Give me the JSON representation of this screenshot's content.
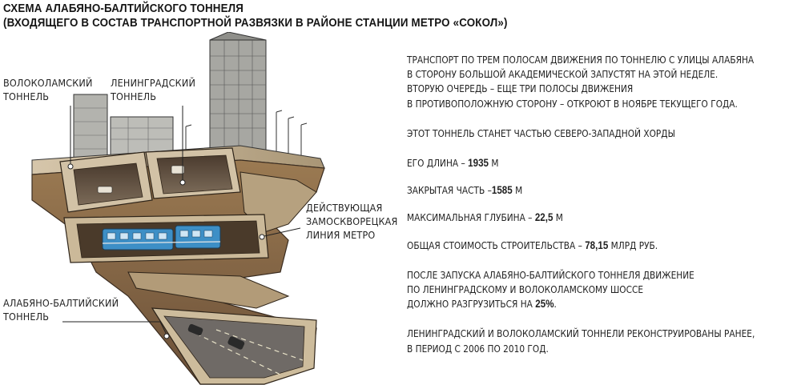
{
  "title": {
    "line1": "СХЕМА АЛАБЯНО-БАЛТИЙСКОГО ТОННЕЛЯ",
    "line2": "(ВХОДЯЩЕГО В СОСТАВ ТРАНСПОРТНОЙ РАЗВЯЗКИ В РАЙОНЕ СТАНЦИИ МЕТРО «СОКОЛ»)"
  },
  "labels": {
    "volokolamsky": [
      "ВОЛОКОЛАМСКИЙ",
      "ТОННЕЛЬ"
    ],
    "leningradsky": [
      "ЛЕНИНГРАДСКИЙ",
      "ТОННЕЛЬ"
    ],
    "metro": [
      "ДЕЙСТВУЮЩАЯ",
      "ЗАМОСКВОРЕЦКАЯ",
      "ЛИНИЯ МЕТРО"
    ],
    "alabyan": [
      "АЛАБЯНО-БАЛТИЙСКИЙ",
      "ТОННЕЛЬ"
    ]
  },
  "facts": {
    "intro": [
      "ТРАНСПОРТ ПО ТРЕМ ПОЛОСАМ ДВИЖЕНИЯ  ПО ТОННЕЛЮ С УЛИЦЫ АЛАБЯНА",
      "В СТОРОНУ БОЛЬШОЙ АКАДЕМИЧЕСКОЙ ЗАПУСТЯТ НА ЭТОЙ  НЕДЕЛЕ.",
      "ВТОРУЮ ОЧЕРЕДЬ – ЕЩЕ ТРИ ПОЛОСЫ ДВИЖЕНИЯ",
      "В ПРОТИВОПОЛОЖНУЮ СТОРОНУ – ОТКРОЮТ В НОЯБРЕ ТЕКУЩЕГО ГОДА."
    ],
    "chord": "ЭТОТ ТОННЕЛЬ СТАНЕТ ЧАСТЬЮ СЕВЕРО-ЗАПАДНОЙ ХОРДЫ",
    "length": {
      "prefix": "ЕГО ДЛИНА – ",
      "value": "1935",
      "suffix": " М"
    },
    "covered": {
      "prefix": "ЗАКРЫТАЯ ЧАСТЬ –",
      "value": "1585",
      "suffix": " М"
    },
    "depth": {
      "prefix": "МАКСИМАЛЬНАЯ ГЛУБИНА – ",
      "value": "22,5",
      "suffix": " М"
    },
    "cost": {
      "prefix": "ОБЩАЯ СТОИМОСТЬ СТРОИТЕЛЬСТВА – ",
      "value": "78,15",
      "suffix": " МЛРД РУБ."
    },
    "relief": [
      "ПОСЛЕ ЗАПУСКА АЛАБЯНО-БАЛТИЙСКОГО ТОННЕЛЯ ДВИЖЕНИЕ",
      "ПО ЛЕНИНГРАДСКОМУ И ВОЛОКОЛАМСКОМУ ШОССЕ"
    ],
    "relief_last": {
      "prefix": "ДОЛЖНО РАЗГРУЗИТЬСЯ НА ",
      "value": "25%",
      "suffix": "."
    },
    "reconstruct": [
      "ЛЕНИНГРАДСКИЙ И ВОЛОКОЛАМСКИЙ ТОННЕЛИ РЕКОНСТРУИРОВАНЫ РАНЕЕ,",
      "В ПЕРИОД С 2006 ПО 2010 ГОД."
    ]
  },
  "colors": {
    "earth": "#8a6a45",
    "earth_dark": "#5b4330",
    "concrete": "#c9b79c",
    "road": "#6f6a66",
    "train": "#3d8fc6",
    "building": "#9a9a96"
  }
}
